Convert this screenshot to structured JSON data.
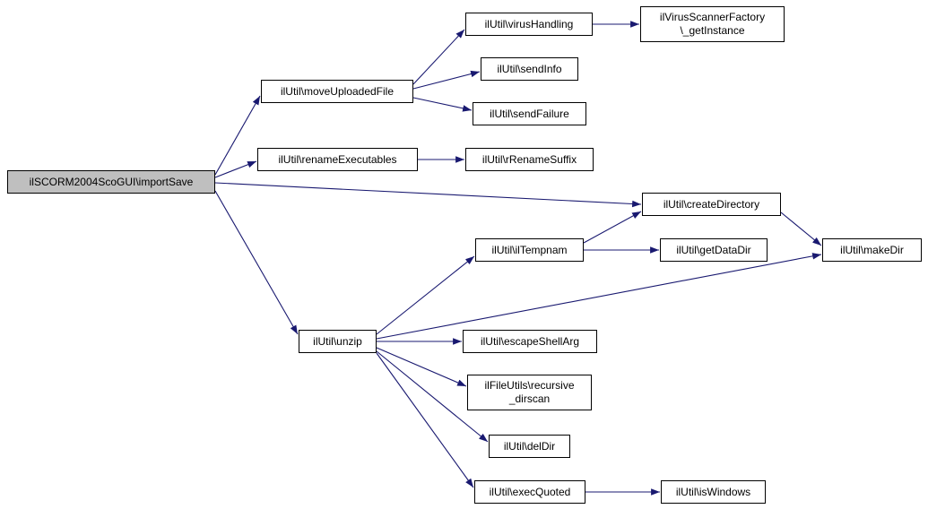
{
  "diagram": {
    "type": "doxygen-call-graph",
    "colors": {
      "edge": "#191970",
      "node_border": "#000000",
      "node_fill": "#ffffff",
      "root_fill": "#bfbfbf"
    },
    "nodes": {
      "importSave": {
        "l1": "ilSCORM2004ScoGUI\\importSave"
      },
      "moveUploadedFile": {
        "l1": "ilUtil\\moveUploadedFile"
      },
      "virusHandling": {
        "l1": "ilUtil\\virusHandling"
      },
      "virusScannerFactoryGetInstance": {
        "l1": "ilVirusScannerFactory",
        "l2": "\\_getInstance"
      },
      "sendInfo": {
        "l1": "ilUtil\\sendInfo"
      },
      "sendFailure": {
        "l1": "ilUtil\\sendFailure"
      },
      "renameExecutables": {
        "l1": "ilUtil\\renameExecutables"
      },
      "rRenameSuffix": {
        "l1": "ilUtil\\rRenameSuffix"
      },
      "createDirectory": {
        "l1": "ilUtil\\createDirectory"
      },
      "ilTempnam": {
        "l1": "ilUtil\\ilTempnam"
      },
      "getDataDir": {
        "l1": "ilUtil\\getDataDir"
      },
      "makeDir": {
        "l1": "ilUtil\\makeDir"
      },
      "unzip": {
        "l1": "ilUtil\\unzip"
      },
      "escapeShellArg": {
        "l1": "ilUtil\\escapeShellArg"
      },
      "recursiveDirscan": {
        "l1": "ilFileUtils\\recursive",
        "l2": "_dirscan"
      },
      "delDir": {
        "l1": "ilUtil\\delDir"
      },
      "execQuoted": {
        "l1": "ilUtil\\execQuoted"
      },
      "isWindows": {
        "l1": "ilUtil\\isWindows"
      }
    },
    "edges": [
      {
        "from": "importSave",
        "to": "moveUploadedFile"
      },
      {
        "from": "importSave",
        "to": "renameExecutables"
      },
      {
        "from": "importSave",
        "to": "createDirectory"
      },
      {
        "from": "importSave",
        "to": "unzip"
      },
      {
        "from": "moveUploadedFile",
        "to": "virusHandling"
      },
      {
        "from": "moveUploadedFile",
        "to": "sendInfo"
      },
      {
        "from": "moveUploadedFile",
        "to": "sendFailure"
      },
      {
        "from": "virusHandling",
        "to": "virusScannerFactoryGetInstance"
      },
      {
        "from": "renameExecutables",
        "to": "rRenameSuffix"
      },
      {
        "from": "ilTempnam",
        "to": "createDirectory"
      },
      {
        "from": "ilTempnam",
        "to": "getDataDir"
      },
      {
        "from": "createDirectory",
        "to": "makeDir"
      },
      {
        "from": "unzip",
        "to": "ilTempnam"
      },
      {
        "from": "unzip",
        "to": "makeDir"
      },
      {
        "from": "unzip",
        "to": "escapeShellArg"
      },
      {
        "from": "unzip",
        "to": "recursiveDirscan"
      },
      {
        "from": "unzip",
        "to": "delDir"
      },
      {
        "from": "unzip",
        "to": "execQuoted"
      },
      {
        "from": "execQuoted",
        "to": "isWindows"
      }
    ]
  }
}
